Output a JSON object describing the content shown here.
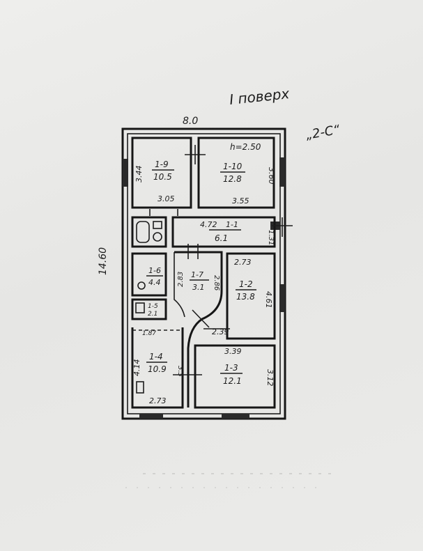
{
  "header": {
    "floor_label": "I поверх",
    "letter_label": "„2-С“"
  },
  "dimensions": {
    "top_width": "8.0",
    "left_height": "14.60",
    "ceiling_height": "h=2.50"
  },
  "rooms": [
    {
      "id": "r19",
      "number": "1-9",
      "area": "10.5",
      "side_a": "3.44",
      "side_b": "3.05"
    },
    {
      "id": "r110",
      "number": "1-10",
      "area": "12.8",
      "side_a": "3.60",
      "side_b": "3.55"
    },
    {
      "id": "r11",
      "number": "1-1",
      "area": "6.1",
      "side_a": "4.72",
      "side_b": "1.31"
    },
    {
      "id": "r16",
      "number": "1-6",
      "area": "4.4"
    },
    {
      "id": "r15",
      "number": "1-5",
      "area": "2.1"
    },
    {
      "id": "r17",
      "number": "1-7",
      "area": "3.1",
      "side_a": "2.83",
      "side_b": "2.86"
    },
    {
      "id": "r12",
      "number": "1-2",
      "area": "13.8",
      "side_a": "2.73",
      "side_b": "4.61"
    },
    {
      "id": "r14",
      "number": "1-4",
      "area": "10.9",
      "side_a": "4.14",
      "side_b": "2.73",
      "side_c": "1.87"
    },
    {
      "id": "r13",
      "number": "1-3",
      "area": "12.1",
      "side_a": "3.39",
      "side_b": "3.12"
    }
  ],
  "extra_dims": {
    "corridor": "2.39",
    "room14_inner": "3.3"
  }
}
